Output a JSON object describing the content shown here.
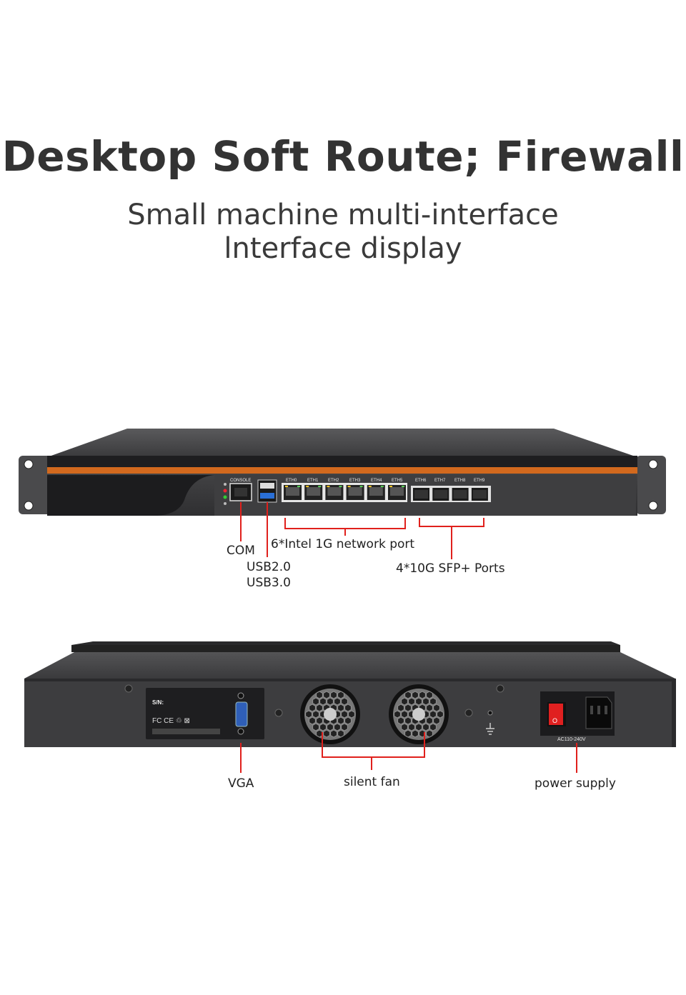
{
  "title": "Desktop Soft Route; Firewall",
  "subtitle_line1": "Small machine multi-interface",
  "subtitle_line2": "lnterface display",
  "front_panel": {
    "console_label": "CONSOLE",
    "eth_labels": [
      "ETH0",
      "ETH1",
      "ETH2",
      "ETH3",
      "ETH4",
      "ETH5",
      "ETH6",
      "ETH7",
      "ETH8",
      "ETH9"
    ],
    "callouts": {
      "com": "COM",
      "usb2": "USB2.0",
      "usb3": "USB3.0",
      "intel": "6*Intel 1G network port",
      "sfp": "4*10G SFP+ Ports"
    }
  },
  "back_panel": {
    "sn_label": "S/N:",
    "power_rating": "AC110-240V",
    "callouts": {
      "vga": "VGA",
      "fan": "silent fan",
      "power": "power supply"
    }
  },
  "colors": {
    "accent": "#d2691e",
    "callout_line": "#e0201c",
    "chassis": "#3d3d3f"
  }
}
